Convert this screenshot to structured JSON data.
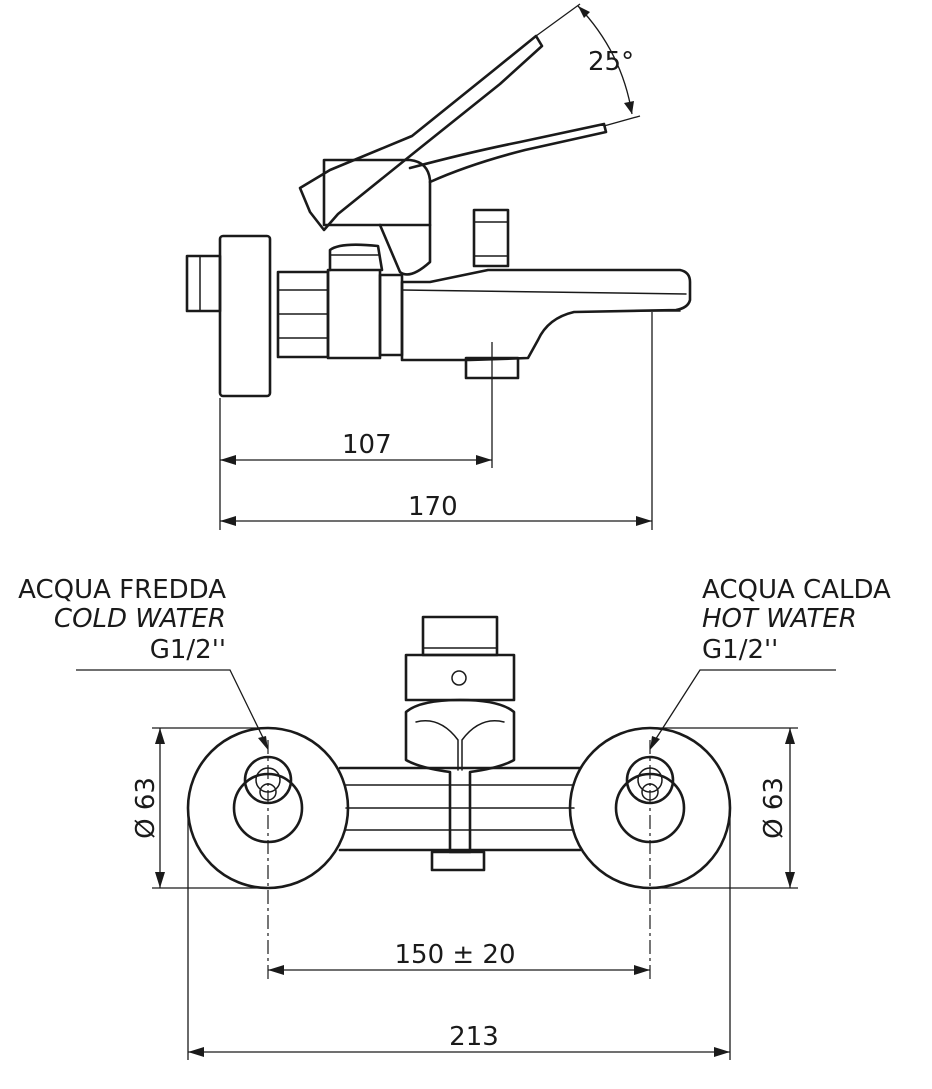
{
  "side_view": {
    "lever_angle": "25°",
    "dim_spout_axis": "107",
    "dim_total_projection": "170"
  },
  "front_view": {
    "cold": {
      "label_it": "ACQUA FREDDA",
      "label_en": "COLD WATER",
      "thread": "G1/2''"
    },
    "hot": {
      "label_it": "ACQUA CALDA",
      "label_en": "HOT WATER",
      "thread": "G1/2''"
    },
    "dim_rosette_left": "Ø 63",
    "dim_rosette_right": "Ø 63",
    "dim_centres": "150 ± 20",
    "dim_overall_width": "213"
  },
  "colors": {
    "line": "#1a1a1a",
    "background": "#ffffff"
  }
}
